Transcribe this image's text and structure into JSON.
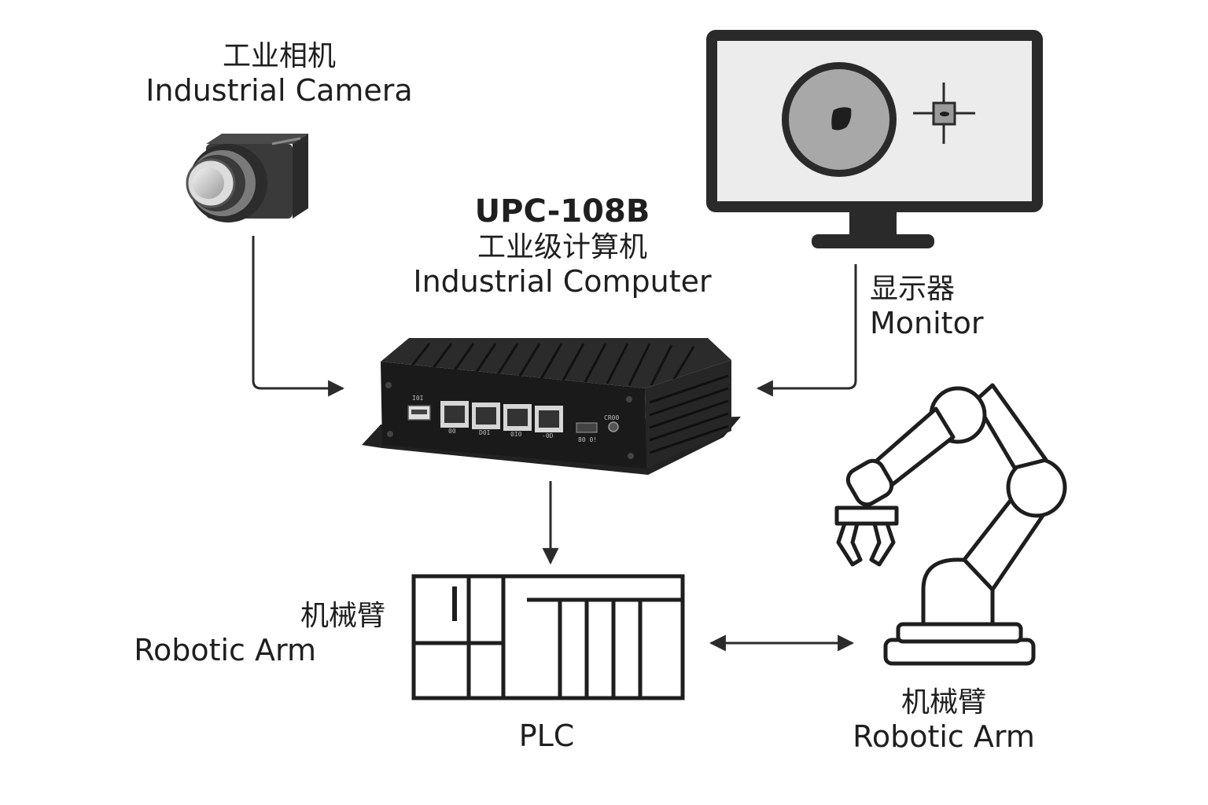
{
  "camera": {
    "zh": "工业相机",
    "en": "Industrial Camera"
  },
  "computer": {
    "model": "UPC-108B",
    "zh": "工业级计算机",
    "en": "Industrial Computer",
    "ports": [
      "I0I",
      "00",
      "D0I",
      "0I0",
      "-0D",
      "80 0!",
      "CR00"
    ]
  },
  "monitor": {
    "zh": "显示器",
    "en": "Monitor"
  },
  "plc": {
    "label": "PLC"
  },
  "robot_left": {
    "zh": "机械臂",
    "en": "Robotic Arm"
  },
  "robot_right": {
    "zh": "机械臂",
    "en": "Robotic Arm"
  },
  "colors": {
    "line": "#2b2b2b",
    "device": "#1e1e1e",
    "screen": "#ececec",
    "disc": "#a8a8a8"
  },
  "icons": [
    "camera-icon",
    "computer-icon",
    "monitor-icon",
    "plc-icon",
    "robotic-arm-icon"
  ]
}
